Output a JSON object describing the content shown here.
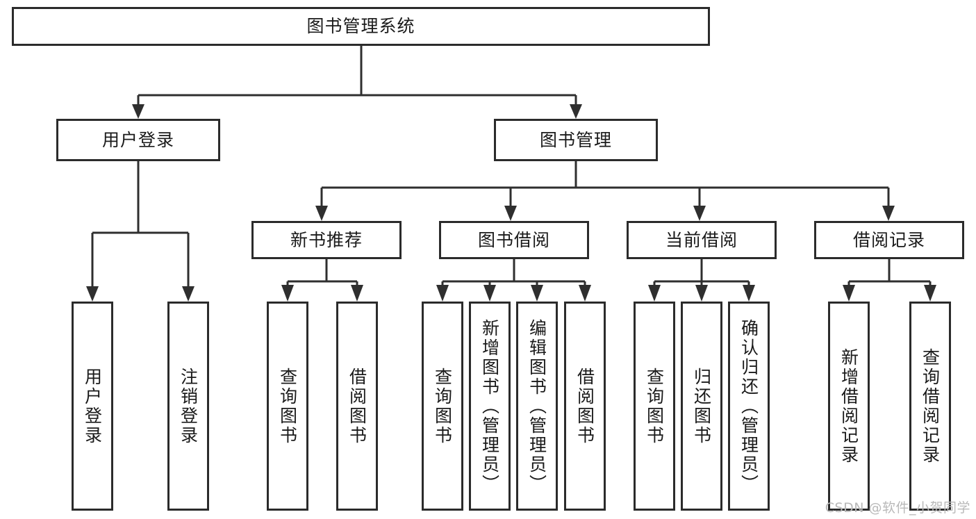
{
  "diagram": {
    "title": "图书管理系统",
    "watermark": "CSDN @软件_小贺同学",
    "colors": {
      "box_border": "#2b2b2b",
      "connector": "#2f2f2f",
      "background": "#ffffff",
      "text": "#1a1a1a",
      "watermark": "#b9b9b9"
    },
    "root": {
      "label": "图书管理系统"
    },
    "level2": [
      {
        "label": "用户登录"
      },
      {
        "label": "图书管理"
      }
    ],
    "level3": [
      {
        "label": "新书推荐"
      },
      {
        "label": "图书借阅"
      },
      {
        "label": "当前借阅"
      },
      {
        "label": "借阅记录"
      }
    ],
    "leaves": {
      "user_login": [
        {
          "label": "用户登录"
        },
        {
          "label": "注销登录"
        }
      ],
      "new_book": [
        {
          "label": "查询图书"
        },
        {
          "label": "借阅图书"
        }
      ],
      "book_borrow": [
        {
          "label": "查询图书"
        },
        {
          "label": "新增图书（管理员）"
        },
        {
          "label": "编辑图书（管理员）"
        },
        {
          "label": "借阅图书"
        }
      ],
      "current_borrow": [
        {
          "label": "查询图书"
        },
        {
          "label": "归还图书"
        },
        {
          "label": "确认归还（管理员）"
        }
      ],
      "borrow_record": [
        {
          "label": "新增借阅记录"
        },
        {
          "label": "查询借阅记录"
        }
      ]
    }
  }
}
